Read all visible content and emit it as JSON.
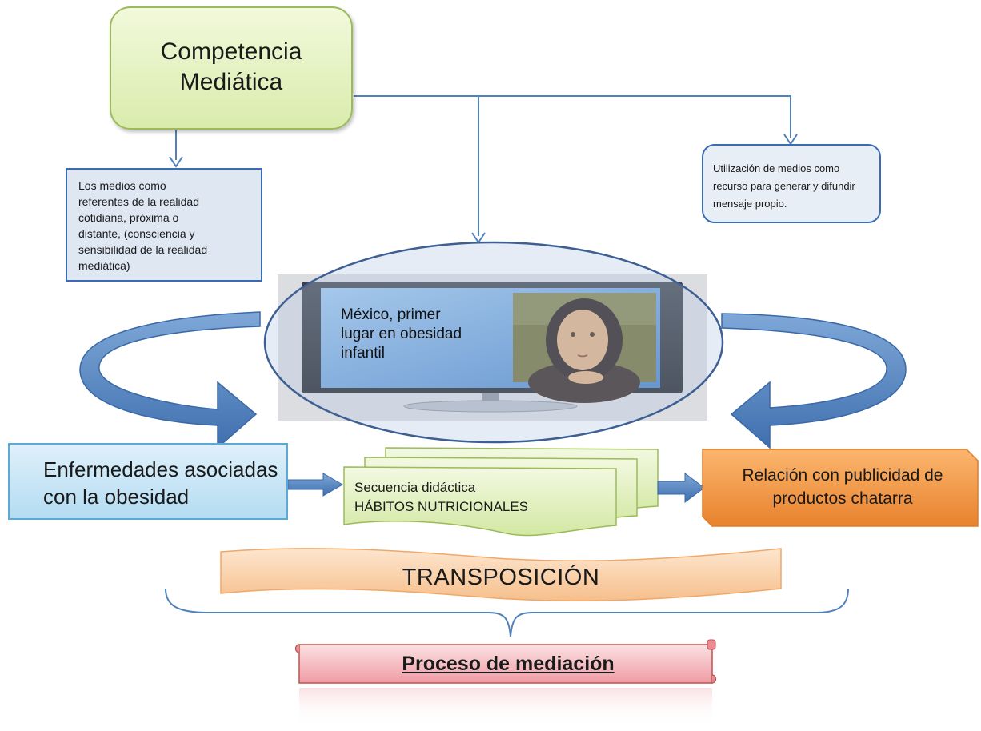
{
  "competencia": {
    "title": "Competencia\nMediática"
  },
  "medios_referentes": {
    "text": "Los medios como\nreferentes de la realidad\ncotidiana, próxima o\ndistante, (consciencia y\nsensibilidad de la realidad\nmediática)"
  },
  "utilizacion_medios": {
    "text": "Utilización de medios como\nrecurso para generar y difundir\nmensaje propio."
  },
  "tv": {
    "screen_text": "México, primer\nlugar en obesidad\ninfantil",
    "image": "painting-icon"
  },
  "enfermedades": {
    "text": "Enfermedades asociadas\ncon la obesidad"
  },
  "secuencia": {
    "text": "Secuencia didáctica\nHÁBITOS NUTRICIONALES"
  },
  "relacion": {
    "text": "Relación con publicidad de\nproductos chatarra"
  },
  "transposicion": {
    "text": "TRANSPOSICIÓN"
  },
  "proceso": {
    "text": "Proceso de mediación"
  },
  "colors": {
    "connector_blue": "#4f81bd",
    "green_fill": "#d9ecac",
    "green_border": "#9bbb59",
    "orange": "#f79646",
    "pink": "#f2b7bb",
    "light_blue": "#b4dcf2"
  }
}
